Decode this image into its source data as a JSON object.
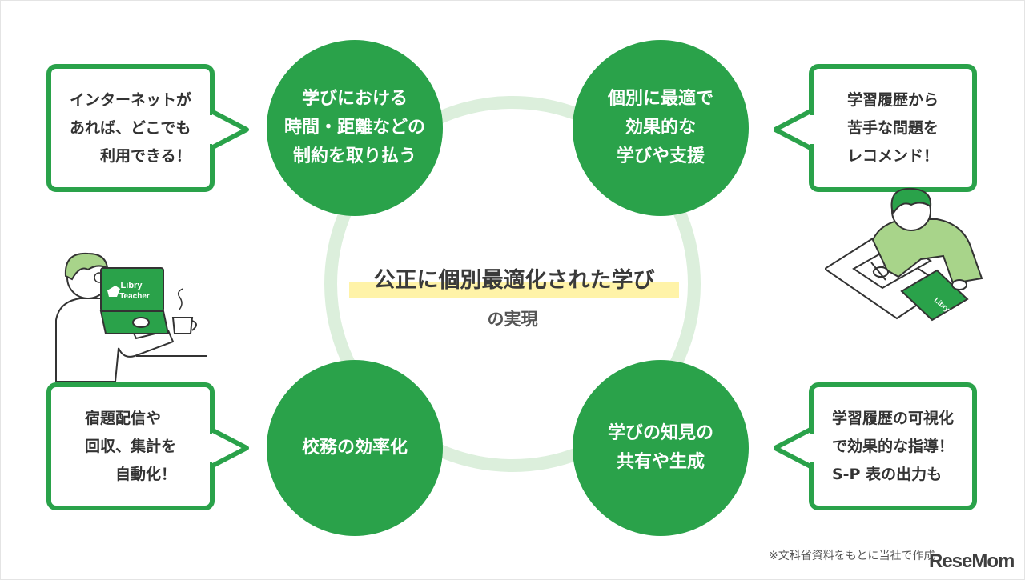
{
  "center": {
    "title": "公正に個別最適化された学び",
    "subtitle": "の実現"
  },
  "circles": [
    {
      "text": "学びにおける\n時間・距離などの\n制約を取り払う"
    },
    {
      "text": "個別に最適で\n効果的な\n学びや支援"
    },
    {
      "text": "校務の効率化"
    },
    {
      "text": "学びの知見の\n共有や生成"
    }
  ],
  "bubbles": [
    {
      "text": "インターネットが\nあれば、どこでも\n　　利用できる！"
    },
    {
      "text": "学習履歴から\n苦手な問題を\nレコメンド！"
    },
    {
      "text": "宿題配信や\n回収、集計を\n　　自動化！"
    },
    {
      "text": "学習履歴の可視化\nで効果的な指導！\nS-P 表の出力も"
    }
  ],
  "laptop": {
    "brand_line1": "Libry",
    "brand_line2": "Teacher"
  },
  "tablet": {
    "brand": "Libry"
  },
  "footer": {
    "credit": "※文科省資料をもとに当社で作成",
    "logo": "ReseMom"
  },
  "colors": {
    "green": "#2aa24a",
    "ring": "#dcefdc",
    "highlight": "#fff3a8",
    "figure": "#a8d48a"
  }
}
